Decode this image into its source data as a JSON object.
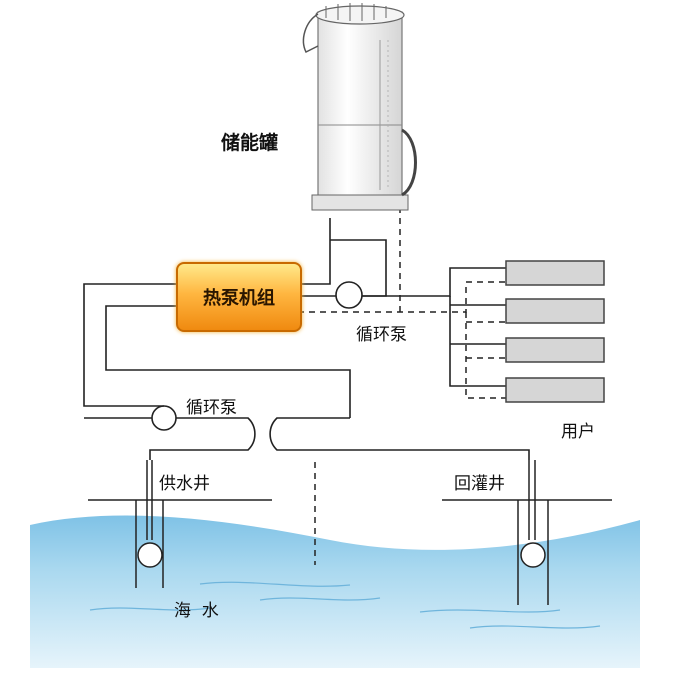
{
  "labels": {
    "storage_tank": "储能罐",
    "heat_pump_unit": "热泵机组",
    "circulation_pump_upper": "循环泵",
    "circulation_pump_lower": "循环泵",
    "users": "用户",
    "supply_well": "供水井",
    "recharge_well": "回灌井",
    "seawater": "海  水"
  },
  "colors": {
    "pipe": "#222222",
    "sea_light": "#d9eef8",
    "sea_mid": "#8ec8e6",
    "sea_dark": "#5aaad6",
    "heat_pump_fill": "#f5a623",
    "user_unit_fill": "#d6d6d6"
  }
}
